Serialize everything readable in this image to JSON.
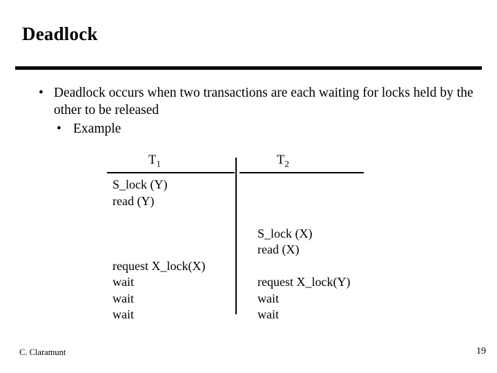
{
  "slide": {
    "title": "Deadlock",
    "bullets": [
      {
        "marker": "•",
        "text": "Deadlock occurs when two transactions are each waiting for locks held by the other to be released"
      },
      {
        "marker": "•",
        "text": "Example"
      }
    ],
    "table": {
      "headers": [
        {
          "base": "T",
          "sub": "1"
        },
        {
          "base": "T",
          "sub": "2"
        }
      ],
      "left_column_lines": [
        "S_lock (Y)",
        "read (Y)",
        "",
        "",
        "",
        "request X_lock(X)",
        "wait",
        "wait",
        "wait"
      ],
      "right_column_lines": [
        "",
        "",
        "",
        "S_lock (X)",
        "read (X)",
        "",
        "request X_lock(Y)",
        "wait",
        "wait"
      ]
    },
    "footer": {
      "author": "C. Claramunt",
      "page_number": "19"
    }
  }
}
